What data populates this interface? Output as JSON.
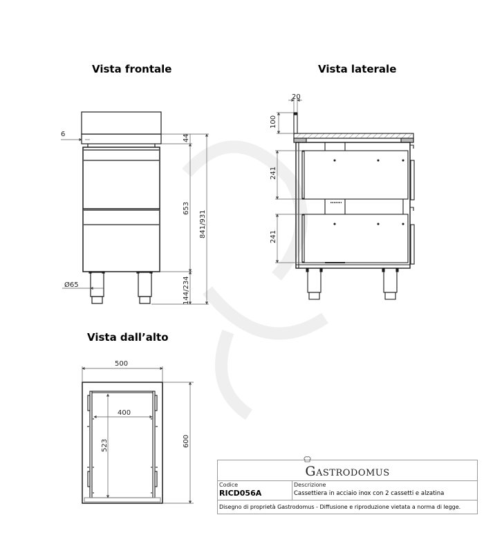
{
  "views": {
    "front": {
      "title": "Vista frontale",
      "dimensions": {
        "overhang": "6",
        "top_thickness": "44",
        "body_height": "653",
        "total_height": "841/931",
        "leg_height": "144/234",
        "leg_diameter": "Ø65"
      }
    },
    "side": {
      "title": "Vista laterale",
      "dimensions": {
        "upstand_thickness": "20",
        "upstand_height": "100",
        "drawer_top_height": "241",
        "drawer_bottom_height": "241"
      }
    },
    "top": {
      "title": "Vista dall’alto",
      "dimensions": {
        "width": "500",
        "depth": "600",
        "drawer_width": "400",
        "drawer_depth": "523"
      }
    }
  },
  "title_block": {
    "brand_initial": "G",
    "brand_rest": "ASTRODOMUS",
    "code_label": "Codice",
    "code_value": "RICD056A",
    "description_label": "Descrizione",
    "description_value": "Cassettiera in acciaio inox con 2 cassetti e alzatina",
    "footer_note": "Disegno di proprietà Gastrodomus -  Diffusione e riproduzione vietata a norma di legge."
  },
  "colors": {
    "line": "#1a1a1a",
    "dimension_line": "#555555",
    "hatch": "#888888",
    "border": "#9a9a9a"
  }
}
